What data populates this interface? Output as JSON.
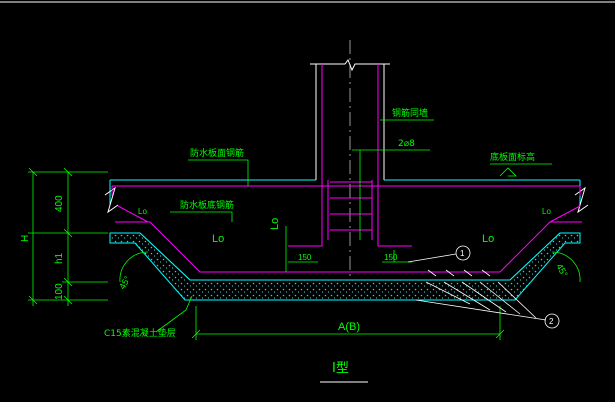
{
  "colors": {
    "background": "#000000",
    "slab_outline": "#00ffff",
    "wall_rebar": "#ff00ff",
    "bottom_rebar": "#ff00ff",
    "dimension": "#00ff00",
    "label_text": "#00ff00",
    "centerline": "#ffffff",
    "cushion_outline": "#00ffff",
    "cushion_fill": "#00b3b3",
    "marker_lines": "#ffffff"
  },
  "labels": {
    "top_rebar": "防水板面钢筋",
    "wall_dowel": "钢筋同墙",
    "dowel_spec": "2⌀8",
    "slab_top_elev": "底板面标高",
    "bottom_rebar": "防水板底钢筋",
    "lo_left_small": "Lo",
    "lo_left": "Lo",
    "lo_vertical": "Lo",
    "lo_right_small": "Lo",
    "lo_right": "Lo",
    "dim_150_left": "150",
    "dim_150_right": "150",
    "marker_1": "1",
    "marker_2": "2",
    "angle_left": "45°",
    "angle_right": "45°",
    "cushion": "C15素混凝土垫层",
    "width_dim": "A(B)",
    "type_title": "I型"
  },
  "left_dims": {
    "h_total": "H",
    "h_400": "400",
    "h_h1": "h1",
    "h_100": "100"
  }
}
